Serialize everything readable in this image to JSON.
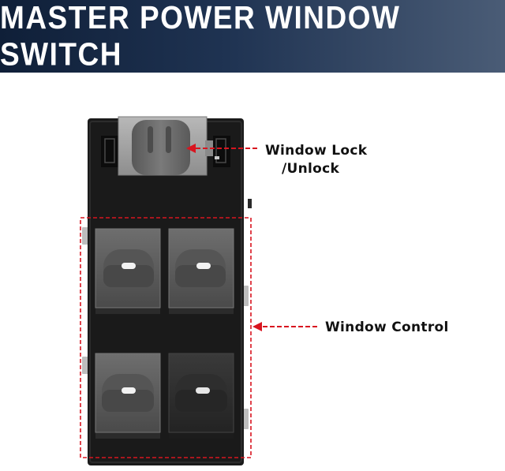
{
  "banner": {
    "title": "MASTER POWER WINDOW SWITCH"
  },
  "callouts": {
    "lock_line1": "Window Lock",
    "lock_line2": "/Unlock",
    "control": "Window Control"
  },
  "colors": {
    "banner_dark": "#0f1f38",
    "banner_light": "#4a5c76",
    "arrow": "#d8141f",
    "housing": "#1a1a1a",
    "button_gray": "#5c5c5c"
  }
}
